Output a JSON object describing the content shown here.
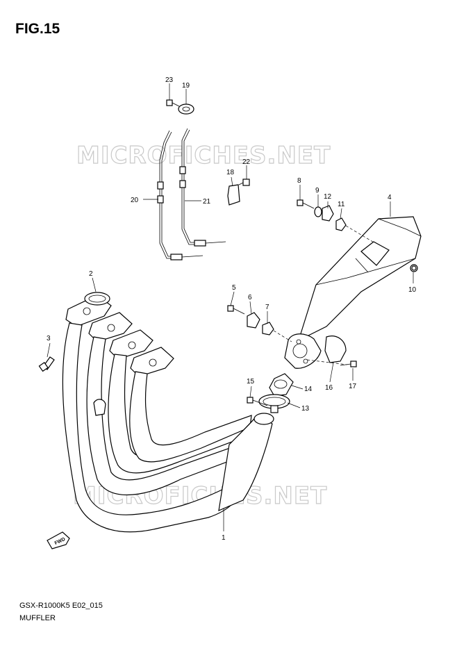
{
  "figure": {
    "title": "FIG.15",
    "model_code": "GSX-R1000K5 E02_015",
    "assembly_name": "MUFFLER"
  },
  "watermark": "MICROFICHES.NET",
  "front_marker": "FWD",
  "callouts": [
    {
      "id": "c1",
      "text": "1"
    },
    {
      "id": "c2",
      "text": "2"
    },
    {
      "id": "c3",
      "text": "3"
    },
    {
      "id": "c4",
      "text": "4"
    },
    {
      "id": "c5",
      "text": "5"
    },
    {
      "id": "c6",
      "text": "6"
    },
    {
      "id": "c7",
      "text": "7"
    },
    {
      "id": "c8",
      "text": "8"
    },
    {
      "id": "c9",
      "text": "9"
    },
    {
      "id": "c10",
      "text": "10"
    },
    {
      "id": "c11",
      "text": "11"
    },
    {
      "id": "c12",
      "text": "12"
    },
    {
      "id": "c13",
      "text": "13"
    },
    {
      "id": "c14",
      "text": "14"
    },
    {
      "id": "c15",
      "text": "15"
    },
    {
      "id": "c16",
      "text": "16"
    },
    {
      "id": "c17",
      "text": "17"
    },
    {
      "id": "c18",
      "text": "18"
    },
    {
      "id": "c19",
      "text": "19"
    },
    {
      "id": "c20",
      "text": "20"
    },
    {
      "id": "c21",
      "text": "21"
    },
    {
      "id": "c22",
      "text": "22"
    },
    {
      "id": "c23",
      "text": "23"
    }
  ]
}
